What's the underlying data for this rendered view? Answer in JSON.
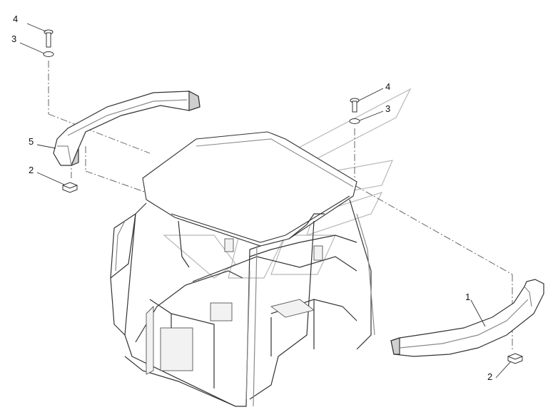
{
  "callouts": [
    {
      "id": "bolt-left",
      "label": "4"
    },
    {
      "id": "washer-left",
      "label": "3"
    },
    {
      "id": "end-cap-left",
      "label": "5"
    },
    {
      "id": "clip-left",
      "label": "2"
    },
    {
      "id": "bolt-right",
      "label": "4"
    },
    {
      "id": "washer-right",
      "label": "3"
    },
    {
      "id": "handrail-right",
      "label": "1"
    },
    {
      "id": "clip-right",
      "label": "2"
    }
  ],
  "colors": {
    "line": "#333333",
    "light": "#8a8a8a",
    "shade": "#cfcfcf",
    "watermark": "#b8b8b8"
  }
}
